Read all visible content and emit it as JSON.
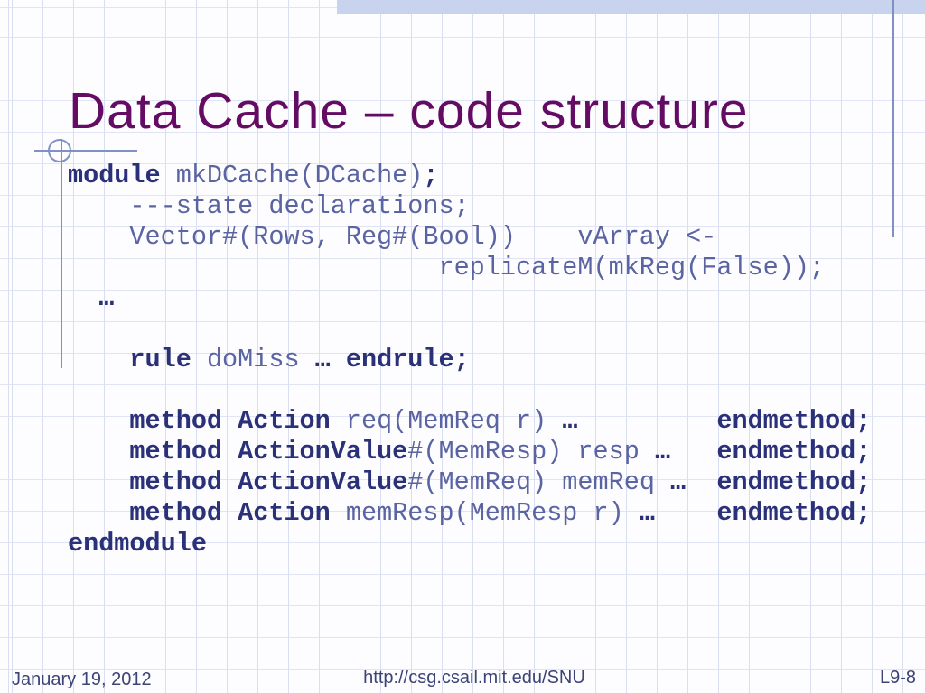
{
  "title": "Data Cache – code structure",
  "footer": {
    "date": "January 19, 2012",
    "url": "http://csg.csail.mit.edu/SNU",
    "slide_number": "L9-8"
  },
  "colors": {
    "title_text": "#640b64",
    "code_keyword": "#2b3178",
    "code_regular": "#5a64a2",
    "footer_text": "#3c4377",
    "accent_line": "#8091c5",
    "top_bar": "#c8d4ed",
    "grid_line": "#d9def1",
    "background": "#fdfdff"
  },
  "code_lines": [
    {
      "segments": [
        {
          "t": "module",
          "b": true
        },
        {
          "t": " mkDCache(DCache)",
          "b": false
        },
        {
          "t": ";",
          "b": true
        }
      ]
    },
    {
      "segments": [
        {
          "t": "    ---state declarations;",
          "b": false
        }
      ]
    },
    {
      "segments": [
        {
          "t": "    Vector#(Rows, Reg#(Bool))    vArray <-",
          "b": false
        }
      ]
    },
    {
      "segments": [
        {
          "t": "                        replicateM(mkReg(False));",
          "b": false
        }
      ]
    },
    {
      "segments": [
        {
          "t": "  ",
          "b": false
        },
        {
          "t": "…",
          "b": true
        }
      ]
    },
    {
      "segments": [
        {
          "t": " ",
          "b": false
        }
      ]
    },
    {
      "segments": [
        {
          "t": "    ",
          "b": false
        },
        {
          "t": "rule",
          "b": true
        },
        {
          "t": " doMiss ",
          "b": false
        },
        {
          "t": "…",
          "b": true
        },
        {
          "t": " ",
          "b": false
        },
        {
          "t": "endrule;",
          "b": true
        }
      ]
    },
    {
      "segments": [
        {
          "t": " ",
          "b": false
        }
      ]
    },
    {
      "segments": [
        {
          "t": "    ",
          "b": false
        },
        {
          "t": "method Action",
          "b": true
        },
        {
          "t": " req(MemReq r) ",
          "b": false
        },
        {
          "t": "…",
          "b": true
        },
        {
          "t": "         ",
          "b": false
        },
        {
          "t": "endmethod;",
          "b": true
        }
      ]
    },
    {
      "segments": [
        {
          "t": "    ",
          "b": false
        },
        {
          "t": "method ActionValue",
          "b": true
        },
        {
          "t": "#(MemResp) resp ",
          "b": false
        },
        {
          "t": "…",
          "b": true
        },
        {
          "t": "   ",
          "b": false
        },
        {
          "t": "endmethod;",
          "b": true
        }
      ]
    },
    {
      "segments": [
        {
          "t": "    ",
          "b": false
        },
        {
          "t": "method ActionValue",
          "b": true
        },
        {
          "t": "#(MemReq) memReq ",
          "b": false
        },
        {
          "t": "…",
          "b": true
        },
        {
          "t": "  ",
          "b": false
        },
        {
          "t": "endmethod;",
          "b": true
        }
      ]
    },
    {
      "segments": [
        {
          "t": "    ",
          "b": false
        },
        {
          "t": "method Action",
          "b": true
        },
        {
          "t": " memResp(MemResp r) ",
          "b": false
        },
        {
          "t": "…",
          "b": true
        },
        {
          "t": "    ",
          "b": false
        },
        {
          "t": "endmethod;",
          "b": true
        }
      ]
    },
    {
      "segments": [
        {
          "t": "endmodule",
          "b": true
        }
      ]
    }
  ]
}
